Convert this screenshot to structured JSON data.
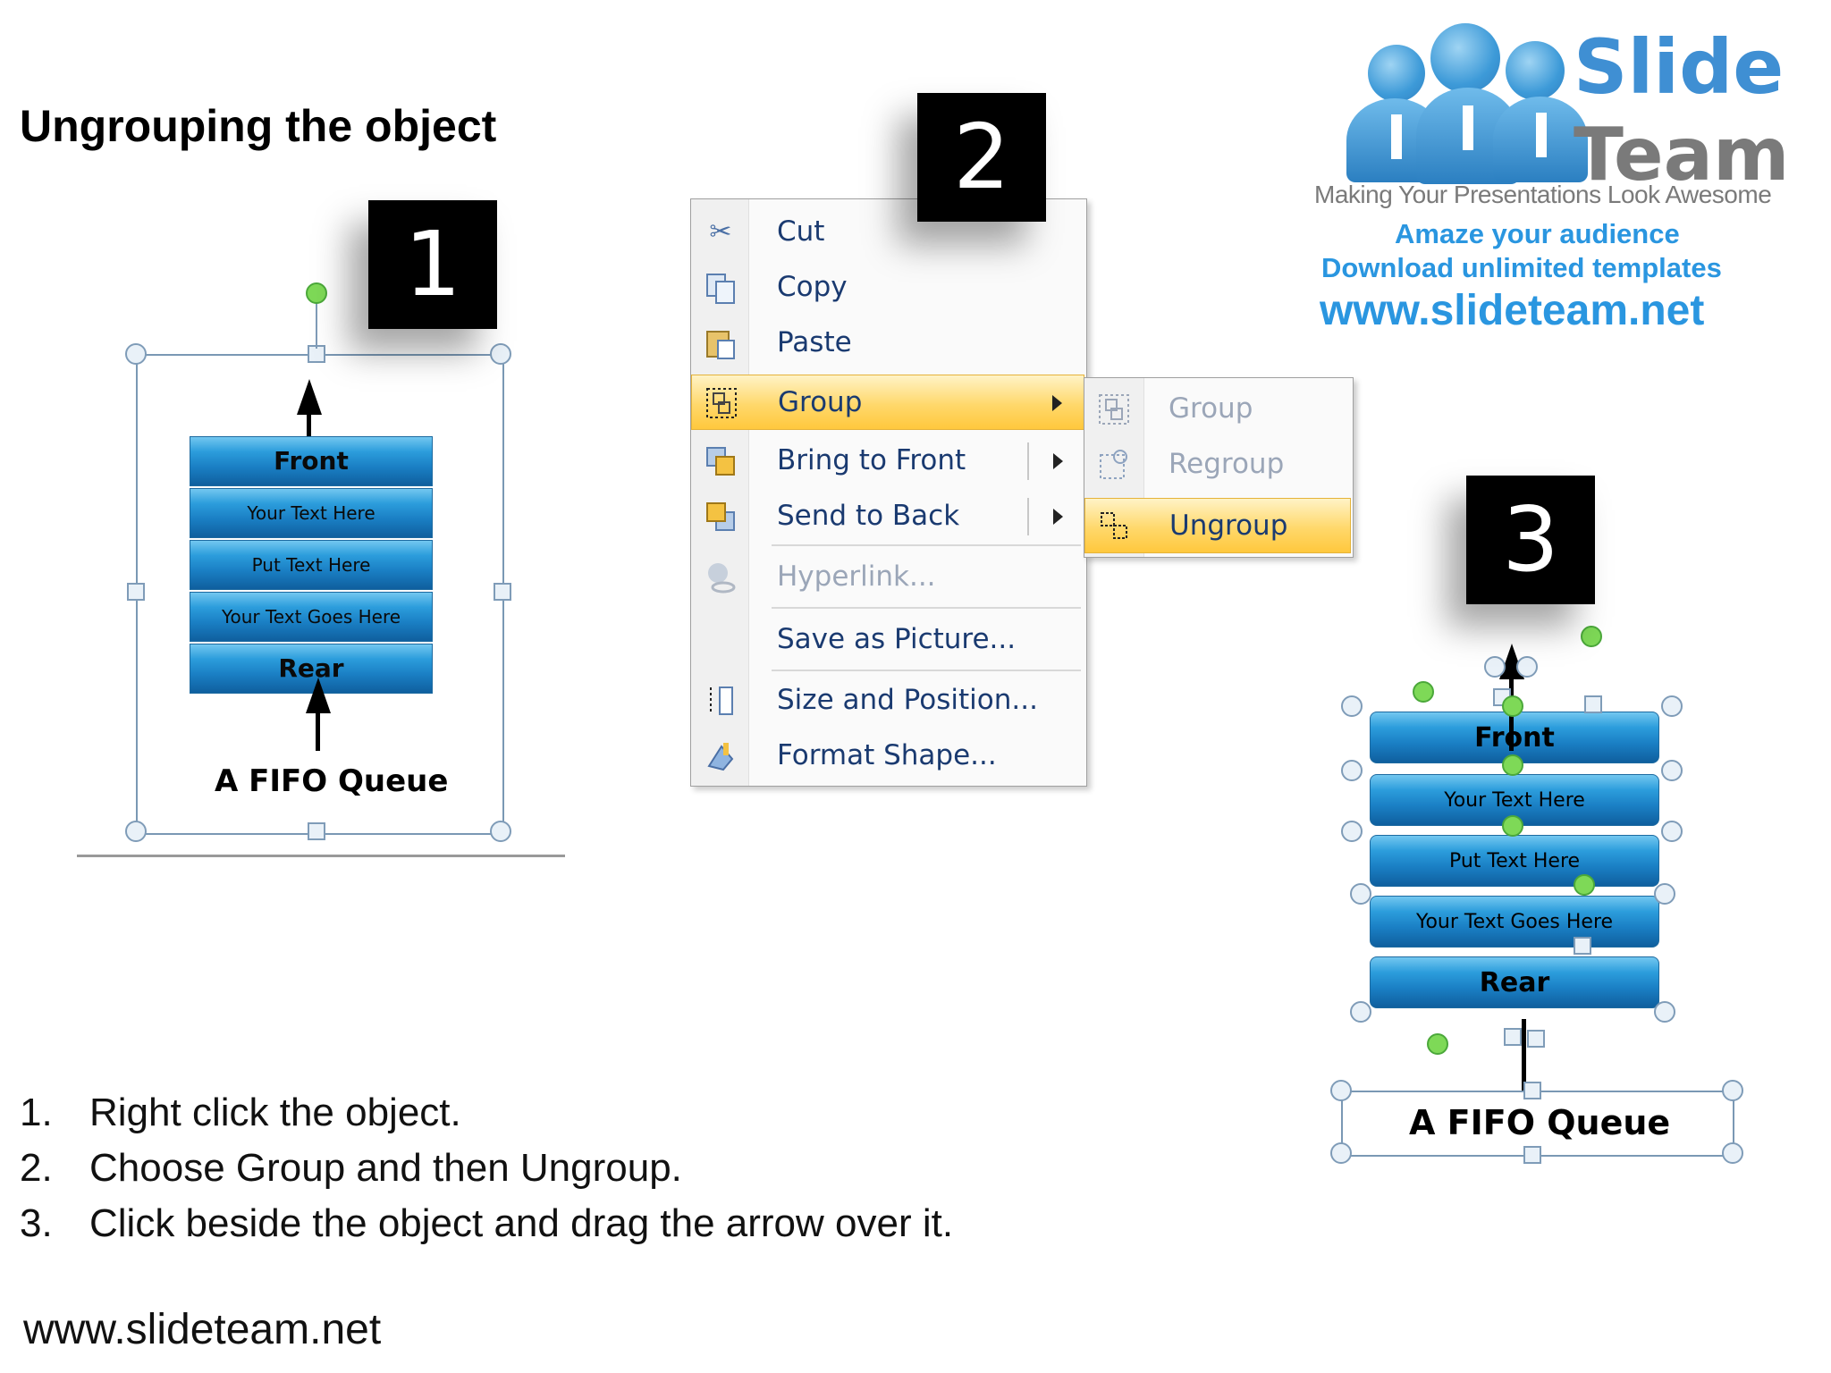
{
  "title": "Ungrouping the object",
  "badges": [
    "1",
    "2",
    "3"
  ],
  "panel1": {
    "queue_items": [
      "Front",
      "Your Text Here",
      "Put Text Here",
      "Your Text Goes Here",
      "Rear"
    ],
    "caption": "A FIFO Queue"
  },
  "context_menu": {
    "items": [
      {
        "label": "Cut",
        "icon": "scissors-icon"
      },
      {
        "label": "Copy",
        "icon": "copy-icon"
      },
      {
        "label": "Paste",
        "icon": "paste-icon"
      },
      {
        "label": "Group",
        "icon": "group-icon",
        "highlighted": true,
        "submenu": true
      },
      {
        "label": "Bring to Front",
        "icon": "bring-to-front-icon",
        "submenu": true
      },
      {
        "label": "Send to Back",
        "icon": "send-to-back-icon",
        "submenu": true
      },
      {
        "label": "Hyperlink...",
        "icon": "hyperlink-icon",
        "disabled": true
      },
      {
        "label": "Save as Picture...",
        "icon": ""
      },
      {
        "label": "Size and Position...",
        "icon": "size-position-icon"
      },
      {
        "label": "Format Shape...",
        "icon": "format-shape-icon"
      }
    ]
  },
  "submenu": {
    "items": [
      {
        "label": "Group",
        "icon": "group-icon",
        "disabled": true
      },
      {
        "label": "Regroup",
        "icon": "regroup-icon",
        "disabled": true
      },
      {
        "label": "Ungroup",
        "icon": "ungroup-icon",
        "highlighted": true
      }
    ]
  },
  "logo": {
    "line1": "Slide",
    "line2": "Team",
    "tagline": "Making Your Presentations Look Awesome",
    "amaze": "Amaze your audience",
    "download": "Download unlimited templates",
    "url": "www.slideteam.net"
  },
  "panel3": {
    "queue_items": [
      "Front",
      "Your Text Here",
      "Put Text Here",
      "Your Text Goes Here",
      "Rear"
    ],
    "caption": "A FIFO Queue"
  },
  "steps": [
    {
      "num": "1.",
      "text": "Right click the object."
    },
    {
      "num": "2.",
      "text": "Choose Group and then Ungroup."
    },
    {
      "num": "3.",
      "text": "Click beside the object and drag the arrow over it."
    }
  ],
  "footer_url": "www.slideteam.net",
  "colors": {
    "accent_blue": "#2a96e0",
    "menu_highlight": "#ffd86b",
    "queue_blue": "#1a7fc4"
  }
}
